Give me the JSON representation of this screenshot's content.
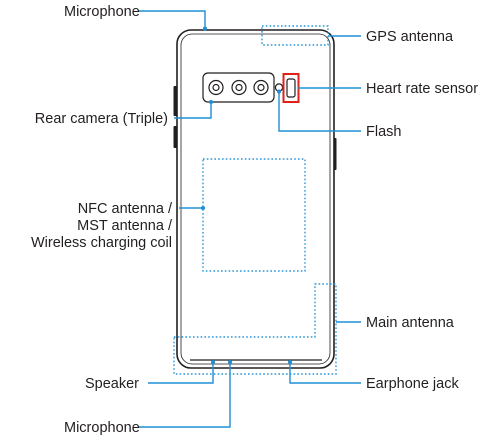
{
  "labels": {
    "microphone_top": "Microphone",
    "gps_antenna": "GPS antenna",
    "heart_rate_sensor": "Heart rate sensor",
    "rear_camera": "Rear camera (Triple)",
    "flash": "Flash",
    "nfc_line1": "NFC antenna /",
    "nfc_line2": "MST antenna /",
    "nfc_line3": "Wireless charging coil",
    "main_antenna": "Main antenna",
    "speaker": "Speaker",
    "earphone_jack": "Earphone jack",
    "microphone_bottom": "Microphone"
  },
  "colors": {
    "callout": "#1f8fd6",
    "highlight": "#e0201b",
    "outline": "#231f20"
  }
}
